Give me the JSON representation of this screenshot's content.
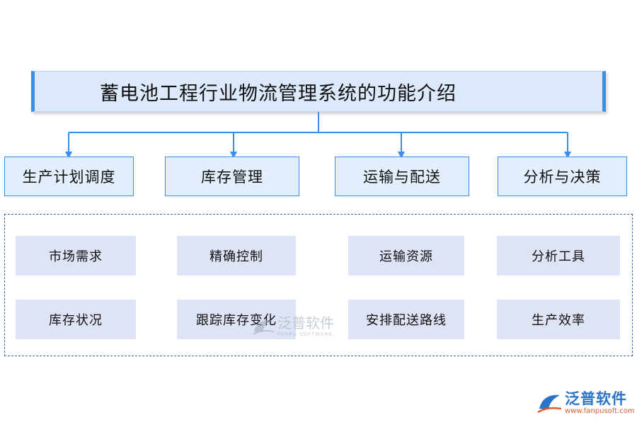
{
  "title": "蓄电池工程行业物流管理系统的功能介绍",
  "categories": [
    {
      "label": "生产计划调度"
    },
    {
      "label": "库存管理"
    },
    {
      "label": "运输与配送"
    },
    {
      "label": "分析与决策"
    }
  ],
  "details": {
    "row1": [
      "市场需求",
      "精确控制",
      "运输资源",
      "分析工具"
    ],
    "row2": [
      "库存状况",
      "跟踪库存变化",
      "安排配送路线",
      "生产效率"
    ]
  },
  "watermark": {
    "name": "泛普软件",
    "subtitle": "FANPU SOFTWARE"
  },
  "logo": {
    "name": "泛普软件",
    "url": "www.fanpusoft.com"
  },
  "colors": {
    "accent": "#3c8ee7",
    "title_fill": "#dbe9fb",
    "category_fill": "#e3eefc",
    "cell_fill": "#dee4f5",
    "frame_border": "#3f67a8",
    "logo_blue": "#2a73c9",
    "logo_orange": "#e25a2c"
  }
}
